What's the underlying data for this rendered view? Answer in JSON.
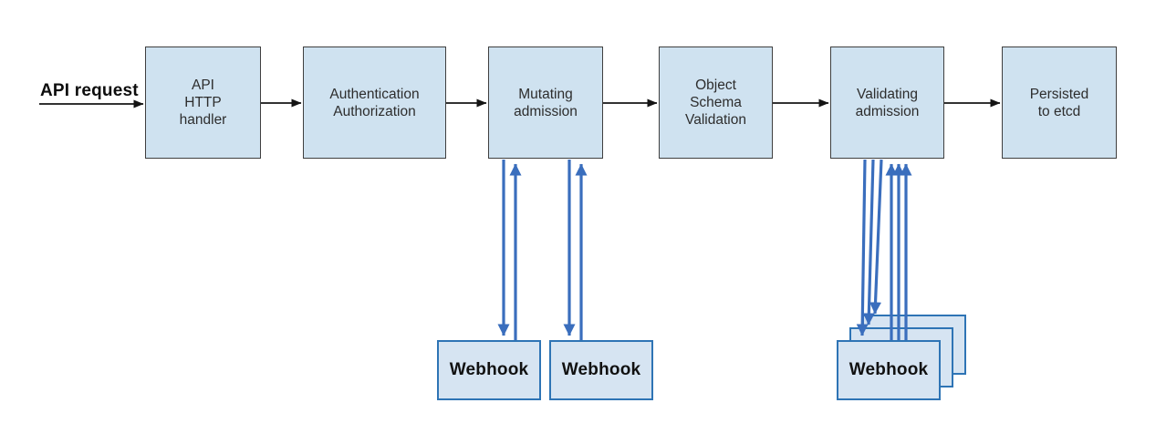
{
  "colors": {
    "box_fill": "#cfe2f0",
    "box_border": "#3f3f3f",
    "webhook_fill": "#d6e4f2",
    "webhook_border": "#2e74b5",
    "arrow_blue": "#3a6ebd",
    "arrow_black": "#141414"
  },
  "labels": {
    "api_request": "API request"
  },
  "stages": [
    {
      "id": "api-http-handler",
      "label": "API\nHTTP\nhandler"
    },
    {
      "id": "authentication-authorization",
      "label": "Authentication\nAuthorization"
    },
    {
      "id": "mutating-admission",
      "label": "Mutating\nadmission"
    },
    {
      "id": "object-schema-validation",
      "label": "Object\nSchema\nValidation"
    },
    {
      "id": "validating-admission",
      "label": "Validating\nadmission"
    },
    {
      "id": "persisted-to-etcd",
      "label": "Persisted\nto etcd"
    }
  ],
  "webhooks": {
    "mutating": [
      "Webhook",
      "Webhook"
    ],
    "validating": [
      "Webhook",
      "Webhook",
      "Webhook"
    ]
  },
  "icons": {
    "flow_arrow": "right-arrow-icon",
    "call_arrow": "down-arrow-icon",
    "response_arrow": "up-arrow-icon"
  }
}
